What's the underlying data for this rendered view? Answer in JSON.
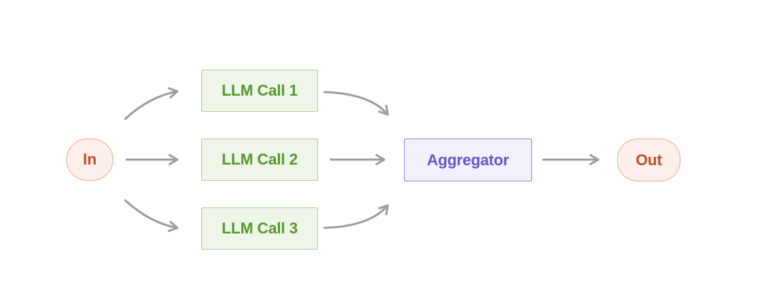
{
  "nodes": {
    "in": {
      "label": "In",
      "type": "terminal"
    },
    "llm_call_1": {
      "label": "LLM Call 1",
      "type": "llm"
    },
    "llm_call_2": {
      "label": "LLM Call 2",
      "type": "llm"
    },
    "llm_call_3": {
      "label": "LLM Call 3",
      "type": "llm"
    },
    "aggregator": {
      "label": "Aggregator",
      "type": "aggregator"
    },
    "out": {
      "label": "Out",
      "type": "terminal"
    }
  },
  "edges": [
    {
      "from": "In",
      "to": "LLM Call 1"
    },
    {
      "from": "In",
      "to": "LLM Call 2"
    },
    {
      "from": "In",
      "to": "LLM Call 3"
    },
    {
      "from": "LLM Call 1",
      "to": "Aggregator"
    },
    {
      "from": "LLM Call 2",
      "to": "Aggregator"
    },
    {
      "from": "LLM Call 3",
      "to": "Aggregator"
    },
    {
      "from": "Aggregator",
      "to": "Out"
    }
  ],
  "colors": {
    "background": "#ffffff",
    "arrow": "#9c9c99",
    "llm_fill": "#eff6e9",
    "llm_border": "#abd18f",
    "llm_text": "#55982f",
    "aggregator_fill": "#f2f0fb",
    "aggregator_border": "#9488da",
    "aggregator_text": "#6457c6",
    "terminal_fill": "#fdefe9",
    "terminal_border": "#f2a98f",
    "terminal_text": "#c14f2b"
  }
}
